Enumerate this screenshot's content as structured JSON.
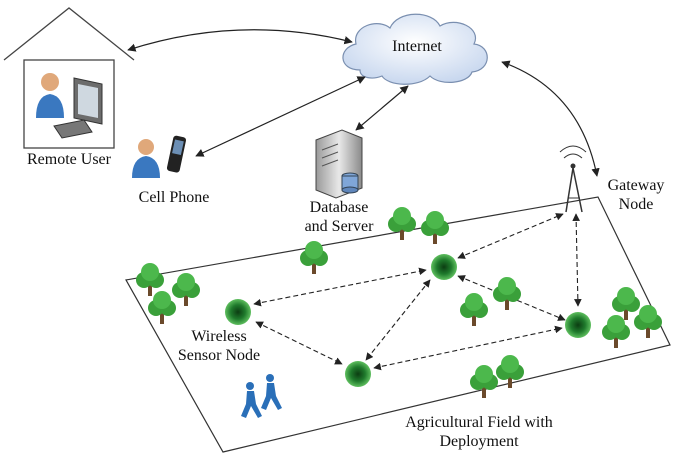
{
  "labels": {
    "remote_user": "Remote User",
    "internet": "Internet",
    "cell_phone": "Cell Phone",
    "database_line1": "Database",
    "database_line2": "and Server",
    "gateway_line1": "Gateway",
    "gateway_line2": "Node",
    "sensor_line1": "Wireless",
    "sensor_line2": "Sensor Node",
    "field_line1": "Agricultural Field with",
    "field_line2": "Deployment"
  },
  "icons": [
    "house-icon",
    "computer-icon",
    "user-icon",
    "phone-icon",
    "cloud-icon",
    "server-icon",
    "antenna-icon",
    "tree-icon",
    "sensor-node-icon",
    "walking-people-icon"
  ],
  "colors": {
    "node_green": "#1f7a2c",
    "tree_green": "#3aa03a",
    "cloud_blue": "#dbe6f6",
    "line": "#222222"
  }
}
